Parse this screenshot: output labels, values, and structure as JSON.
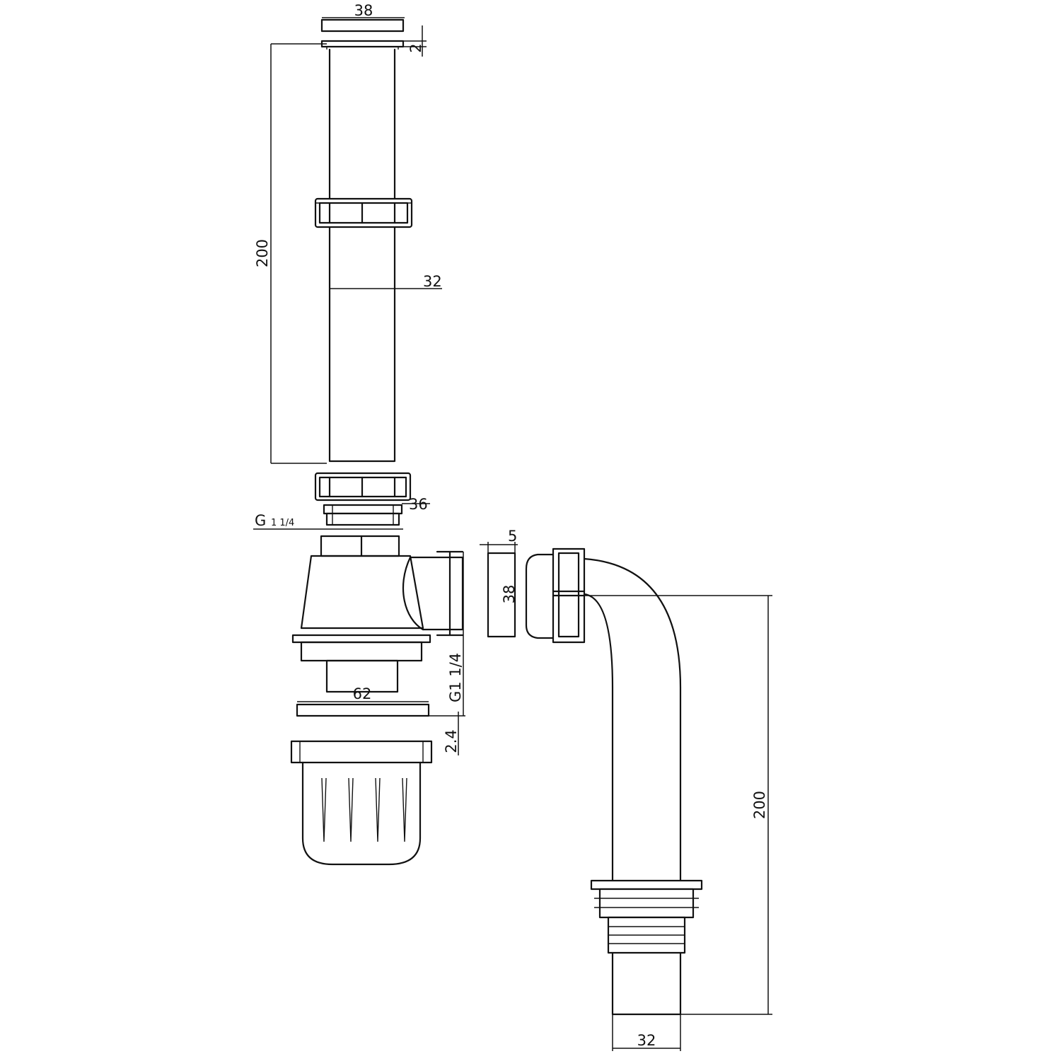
{
  "drawing": {
    "labels": {
      "cap_width": "38",
      "cap_thickness": "2",
      "pipe_length": "200",
      "pipe_diameter": "32",
      "nut_diameter": "36",
      "thread_inlet_main": "G",
      "thread_inlet_fraction": "1 1/4",
      "washer_thickness": "5",
      "washer_diameter": "38",
      "thread_outlet": "G1  1/4",
      "flange_diameter": "62",
      "gasket_thickness": "2.4",
      "bend_length": "200",
      "outlet_diameter": "32"
    }
  }
}
